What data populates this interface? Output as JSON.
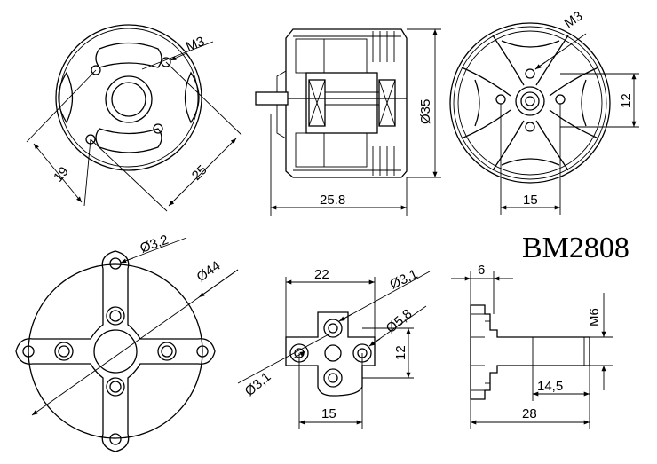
{
  "model": "BM2808",
  "motor_front": {
    "thread": "M3",
    "dim_a": "19",
    "dim_b": "25"
  },
  "motor_side": {
    "diameter": "Ø35",
    "length": "25.8"
  },
  "motor_rear": {
    "thread": "M3",
    "height": "12",
    "width": "15"
  },
  "mount": {
    "hole": "Ø3,2",
    "diameter": "Ø44"
  },
  "adapter_front": {
    "width": "22",
    "hole_a": "Ø3,1",
    "hole_b": "Ø5,8",
    "hole_c": "Ø3,1",
    "height": "12",
    "bottom": "15"
  },
  "adapter_side": {
    "top": "6",
    "thread": "M6",
    "shaft": "14,5",
    "length": "28"
  }
}
